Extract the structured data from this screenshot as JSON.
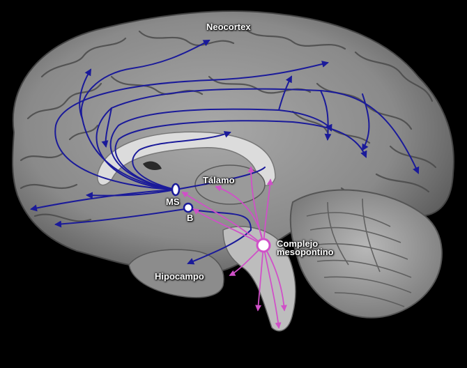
{
  "labels": {
    "neocortex": "Neocortex",
    "talamo": "Tálamo",
    "ms": "MS",
    "b": "B",
    "complejo_line1": "Complejo",
    "complejo_line2": "mesopontino",
    "hipocampo": "Hipocampo"
  },
  "colors": {
    "background": "#000000",
    "brain_base": "#8e8e8e",
    "cerebellum": "#a3a3a3",
    "corpus_callosum": "#dcdcdc",
    "cholinergic_basal_forebrain": "#1a1a9a",
    "cholinergic_mesopontine": "#d050c8",
    "label_text": "#ffffff"
  }
}
